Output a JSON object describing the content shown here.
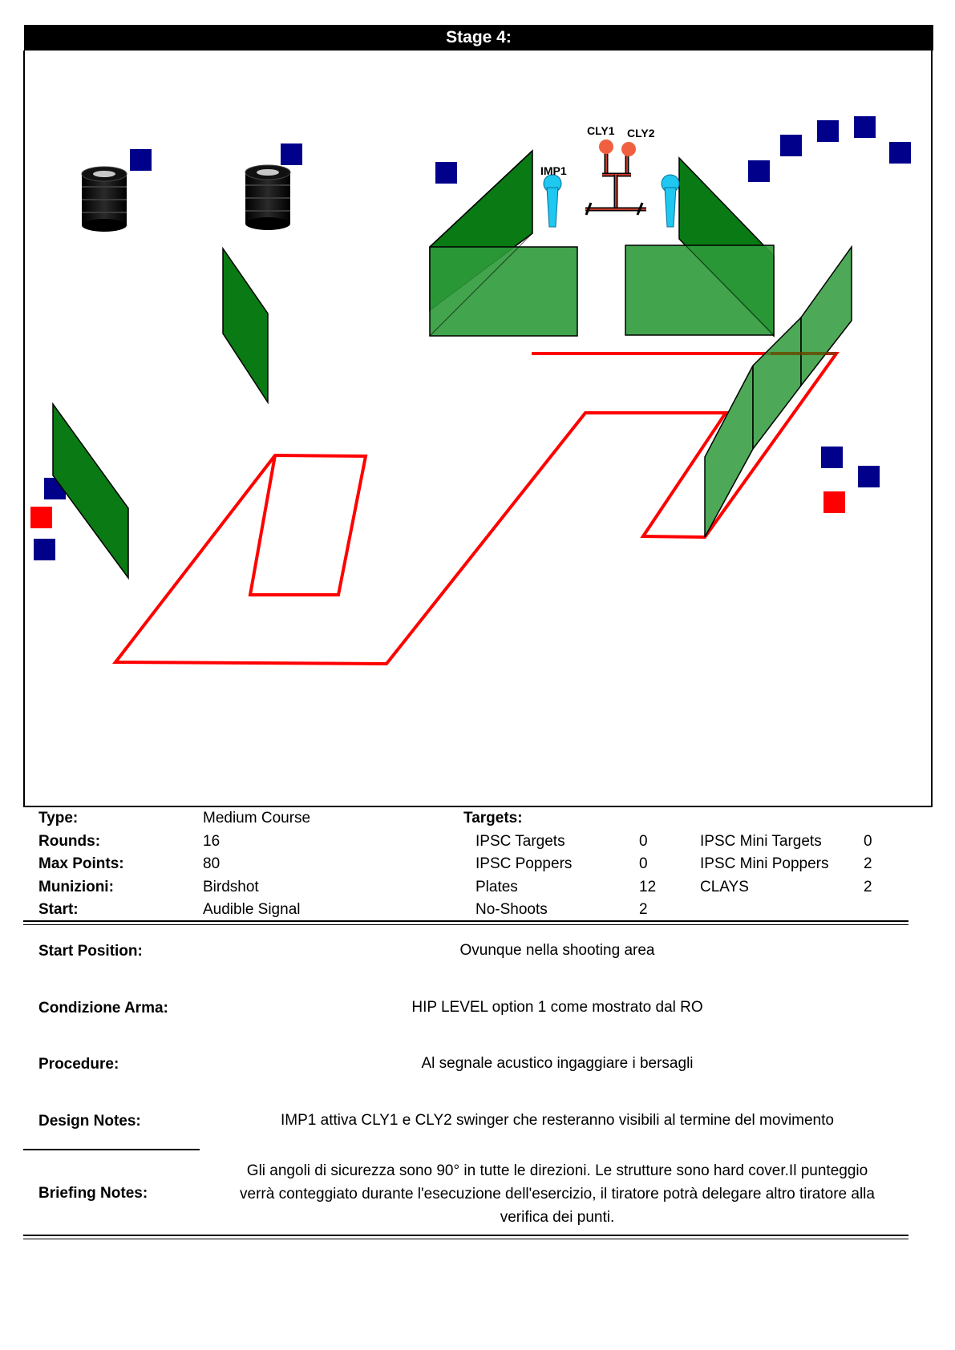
{
  "stage": {
    "title": "Stage 4:"
  },
  "diagram": {
    "labels": {
      "cly1": "CLY1",
      "cly2": "CLY2",
      "imp1": "IMP1"
    },
    "colors": {
      "no_shoot": "#00008b",
      "penalty": "#ff0000",
      "wall": "#0a7a14",
      "wall_translucent": "#2e9a3a",
      "popper": "#1ec8f0",
      "clay": "#f06040",
      "shooting_area": "#ff0000"
    }
  },
  "course": {
    "type_label": "Type:",
    "type_value": "Medium Course",
    "rounds_label": "Rounds:",
    "rounds_value": "16",
    "maxpoints_label": "Max Points:",
    "maxpoints_value": "80",
    "munizioni_label": "Munizioni:",
    "munizioni_value": "Birdshot",
    "start_label": "Start:",
    "start_value": "Audible Signal"
  },
  "targets": {
    "heading": "Targets:",
    "left": [
      {
        "name": "IPSC Targets",
        "count": "0"
      },
      {
        "name": "IPSC Poppers",
        "count": "0"
      },
      {
        "name": "Plates",
        "count": "12"
      },
      {
        "name": "No-Shoots",
        "count": "2"
      }
    ],
    "right": [
      {
        "name": "IPSC Mini Targets",
        "count": "0"
      },
      {
        "name": "IPSC Mini Poppers",
        "count": "2"
      },
      {
        "name": "CLAYS",
        "count": "2"
      }
    ]
  },
  "briefing": {
    "start_position_label": "Start Position:",
    "start_position_value": "Ovunque nella shooting area",
    "condizione_label": "Condizione Arma:",
    "condizione_value": "HIP LEVEL option 1 come mostrato dal RO",
    "procedure_label": "Procedure:",
    "procedure_value": "Al segnale acustico ingaggiare i bersagli",
    "design_label": "Design Notes:",
    "design_value": "IMP1 attiva CLY1 e CLY2 swinger che resteranno visibili al termine del movimento",
    "briefing_label": "Briefing Notes:",
    "briefing_line1": "Gli angoli di sicurezza sono 90° in tutte le direzioni. Le strutture sono hard cover.Il punteggio",
    "briefing_line2": "verrà conteggiato durante l'esecuzione dell'esercizio, il tiratore potrà delegare altro tiratore alla",
    "briefing_line3": "verifica  dei punti."
  }
}
